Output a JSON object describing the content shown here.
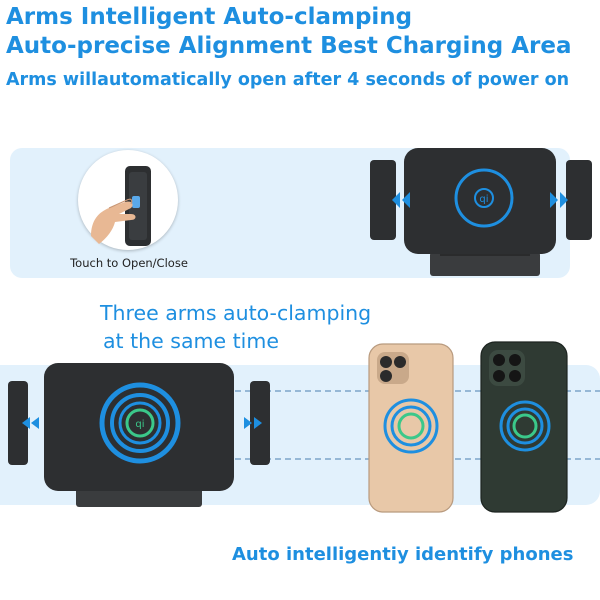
{
  "headlines": {
    "line1": "Arms  Intelligent Auto-clamping",
    "line2": "Auto-precise Alignment Best Charging Area",
    "line3": "Arms willautomatically open after 4 seconds of power on"
  },
  "touch": {
    "caption": "Touch to Open/Close"
  },
  "middle": {
    "caption_line1": "Three arms auto-clamping",
    "caption_line2": "at the same time"
  },
  "bottom": {
    "caption": "Auto intelligentiy identify phones"
  },
  "colors": {
    "accent_blue": "#1e8fe0",
    "band_light": "#e2f1fc",
    "ring_green": "#3bc88a",
    "device_dark": "#2d2f31"
  },
  "icons": {
    "charger_top": "wireless-charger-icon",
    "charger_bottom": "wireless-charger-icon",
    "hand": "hand-pressing-icon",
    "phone_gold": "phone-gold-back-icon",
    "phone_green": "phone-green-back-icon",
    "arrows": "double-chevron-icon"
  }
}
